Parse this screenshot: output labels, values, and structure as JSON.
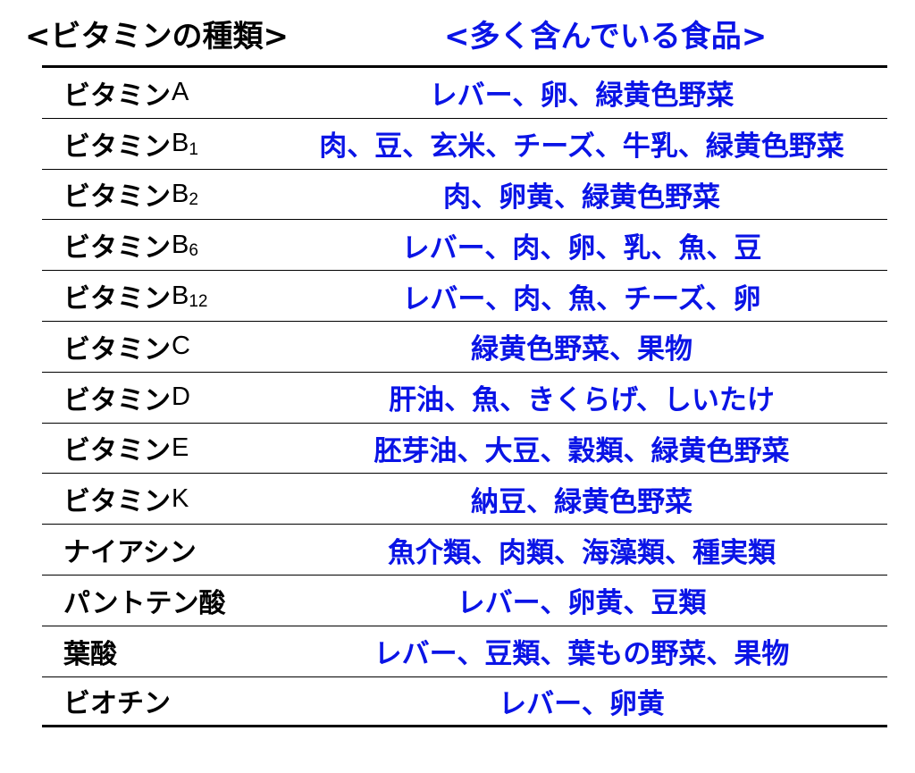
{
  "header": {
    "left": "<ビタミンの種類>",
    "right": "<多く含んでいる食品>"
  },
  "rows": [
    {
      "name": "ビタミン",
      "suffix": "A",
      "sub": "",
      "foods": "レバー、卵、緑黄色野菜"
    },
    {
      "name": "ビタミン",
      "suffix": "B",
      "sub": "1",
      "foods": "肉、豆、玄米、チーズ、牛乳、緑黄色野菜"
    },
    {
      "name": "ビタミン",
      "suffix": "B",
      "sub": "2",
      "foods": "肉、卵黄、緑黄色野菜"
    },
    {
      "name": "ビタミン",
      "suffix": "B",
      "sub": "6",
      "foods": "レバー、肉、卵、乳、魚、豆"
    },
    {
      "name": "ビタミン",
      "suffix": "B",
      "sub": "12",
      "foods": "レバー、肉、魚、チーズ、卵"
    },
    {
      "name": "ビタミン",
      "suffix": "C",
      "sub": "",
      "foods": "緑黄色野菜、果物"
    },
    {
      "name": "ビタミン",
      "suffix": "D",
      "sub": "",
      "foods": "肝油、魚、きくらげ、しいたけ"
    },
    {
      "name": "ビタミン",
      "suffix": "E",
      "sub": "",
      "foods": "胚芽油、大豆、穀類、緑黄色野菜"
    },
    {
      "name": "ビタミン",
      "suffix": "K",
      "sub": "",
      "foods": "納豆、緑黄色野菜"
    },
    {
      "name": "ナイアシン",
      "suffix": "",
      "sub": "",
      "foods": "魚介類、肉類、海藻類、種実類"
    },
    {
      "name": "パントテン酸",
      "suffix": "",
      "sub": "",
      "foods": "レバー、卵黄、豆類"
    },
    {
      "name": "葉酸",
      "suffix": "",
      "sub": "",
      "foods": "レバー、豆類、葉もの野菜、果物"
    },
    {
      "name": "ビオチン",
      "suffix": "",
      "sub": "",
      "foods": "レバー、卵黄"
    }
  ]
}
